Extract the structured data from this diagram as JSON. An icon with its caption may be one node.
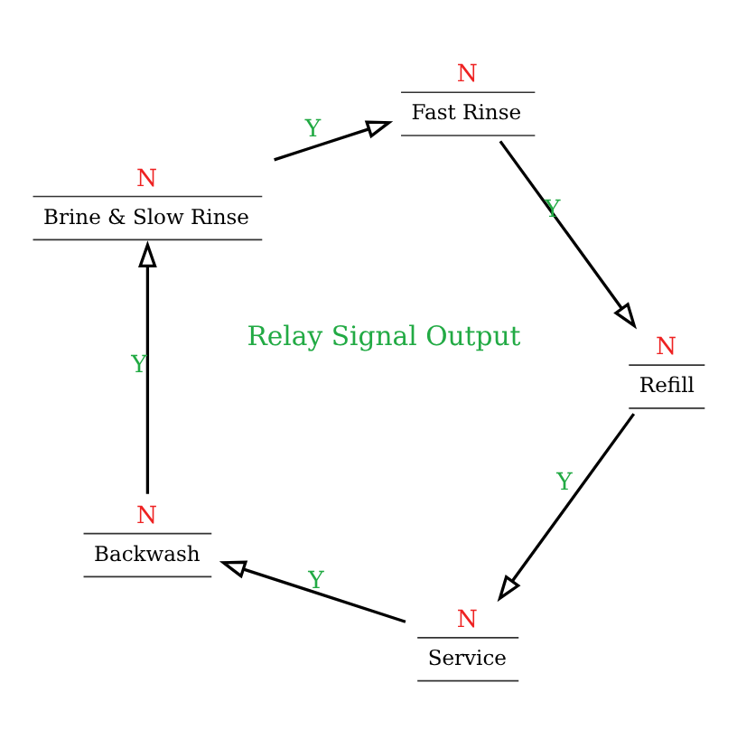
{
  "diagram": {
    "nodes": [
      {
        "text": [
          "N",
          "Service"
        ]
      },
      {
        "text": [
          "N",
          "Backwash"
        ]
      },
      {
        "text": [
          "N",
          "Brine & Slow Rinse"
        ]
      },
      {
        "text": [
          "N",
          "Fast Rinse"
        ]
      },
      {
        "text": [
          "N",
          "Refill"
        ]
      }
    ],
    "edges": [
      {
        "from": 0,
        "to": 1,
        "arrow": "to",
        "label": "Y"
      },
      {
        "from": 1,
        "to": 2,
        "arrow": "to",
        "label": "Y"
      },
      {
        "from": 2,
        "to": 3,
        "arrow": "to",
        "label": "Y"
      },
      {
        "from": 3,
        "to": 4,
        "arrow": "to",
        "label": "Y"
      },
      {
        "from": 4,
        "to": 0,
        "arrow": "to",
        "label": "Y"
      }
    ],
    "labels": [
      "Relay Signal Output"
    ]
  }
}
